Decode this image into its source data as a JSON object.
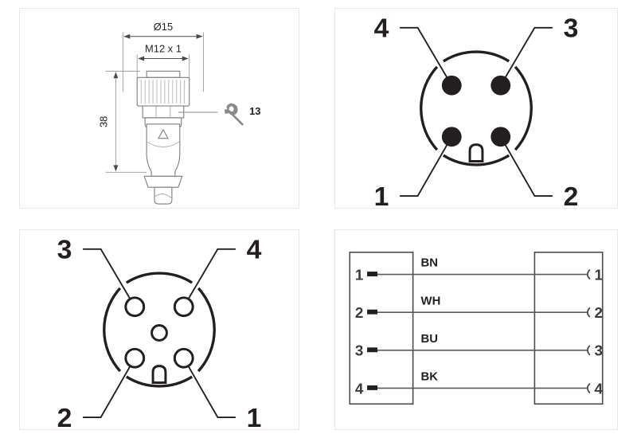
{
  "document": {
    "title": "M12 connector technical drawing",
    "background_color": "#ffffff",
    "panel_border_color": "#e8e8e8",
    "line_color": "#231f20",
    "drawing_gray": "#8a8a8a"
  },
  "panels": {
    "dimension": {
      "name": "dimension-drawing",
      "dimensions": {
        "outer_diameter": "Ø15",
        "thread": "M12 x 1",
        "length": "38",
        "wrench_size": "13"
      },
      "icons": {
        "wrench": "wrench-icon",
        "triangle_marking": "triangle-marking"
      }
    },
    "male_face": {
      "name": "male-connector-face",
      "contact_style": "filled",
      "pin_count": 4,
      "has_center_contact": false,
      "labels": {
        "top_left": "4",
        "top_right": "3",
        "bottom_left": "1",
        "bottom_right": "2"
      }
    },
    "female_face": {
      "name": "female-connector-face",
      "contact_style": "hollow",
      "pin_count": 4,
      "has_center_contact": true,
      "labels": {
        "top_left": "3",
        "top_right": "4",
        "bottom_left": "2",
        "bottom_right": "1"
      }
    },
    "wiring": {
      "name": "wiring-diagram",
      "left_block_label": "",
      "right_block_label": "",
      "connections": [
        {
          "left_pin": "1",
          "wire": "BN",
          "right_pin": "1"
        },
        {
          "left_pin": "2",
          "wire": "WH",
          "right_pin": "2"
        },
        {
          "left_pin": "3",
          "wire": "BU",
          "right_pin": "3"
        },
        {
          "left_pin": "4",
          "wire": "BK",
          "right_pin": "4"
        }
      ]
    }
  }
}
